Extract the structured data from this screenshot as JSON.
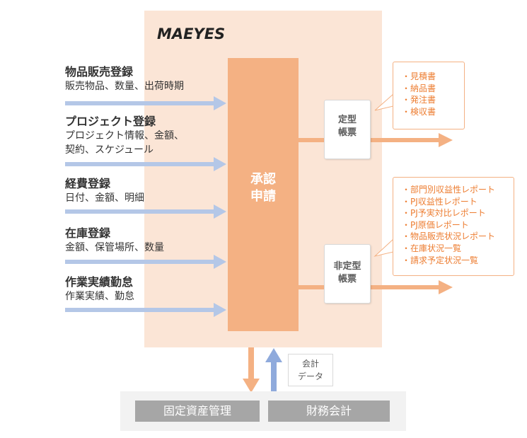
{
  "logo": "MAEYES",
  "approval": {
    "line1": "承認",
    "line2": "申請"
  },
  "inputs": [
    {
      "title": "物品販売登録",
      "desc": [
        "販売物品、数量、出荷時期"
      ]
    },
    {
      "title": "プロジェクト登録",
      "desc": [
        "プロジェクト情報、金額、",
        "契約、スケジュール"
      ]
    },
    {
      "title": "経費登録",
      "desc": [
        "日付、金額、明細"
      ]
    },
    {
      "title": "在庫登録",
      "desc": [
        "金額、保管場所、数量"
      ]
    },
    {
      "title": "作業実績勤怠",
      "desc": [
        "作業実績、勤怠"
      ]
    }
  ],
  "fixed_doc": {
    "line1": "定型",
    "line2": "帳票"
  },
  "fixed_items": [
    "・見積書",
    "・納品書",
    "・発注書",
    "・検収書"
  ],
  "nonfixed_doc": {
    "line1": "非定型",
    "line2": "帳票"
  },
  "nonfixed_items": [
    "・部門別収益性レポート",
    "・PJ収益性レポート",
    "・PJ予実対比レポート",
    "・PJ原価レポート",
    "・物品販売状況レポート",
    "・在庫状況一覧",
    "・請求予定状況一覧"
  ],
  "data_label": {
    "line1": "会計",
    "line2": "データ"
  },
  "bottom": {
    "left": "固定資産管理",
    "right": "財務会計"
  },
  "colors": {
    "panel": "#fbe5d6",
    "approval": "#f4b183",
    "arrow_in": "#b4c7e7",
    "arrow_out": "#f4b183",
    "text_accent": "#ed7d31"
  }
}
